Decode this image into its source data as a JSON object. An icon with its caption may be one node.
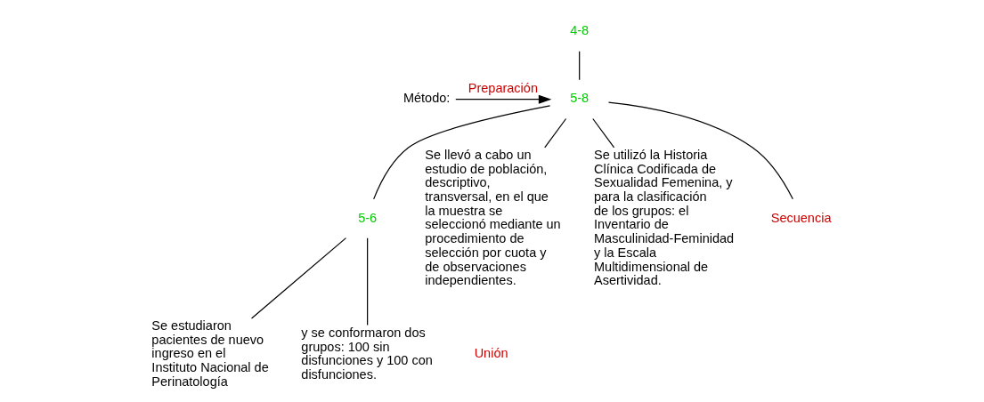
{
  "diagram": {
    "nodes": [
      {
        "text": [
          "4-8"
        ]
      },
      {
        "text": [
          "Método:"
        ]
      },
      {
        "text": [
          "5-8"
        ]
      },
      {
        "text": [
          "5-6"
        ]
      },
      {
        "text": [
          "Se llevó a cabo un estudio de población, descriptivo, transversal, en el que la muestra se seleccionó mediante un procedimiento de selección por cuota y de observaciones independientes."
        ]
      },
      {
        "text": [
          "Se utilizó la Historia Clínica Codificada de Sexualidad Femenina, y para la clasificación de los grupos: el Inventario de Masculinidad-Feminidad y la Escala Multidimensional de Asertividad."
        ]
      },
      {
        "text": [
          "Se estudiaron pacientes de nuevo ingreso en el Instituto Nacional de Perinatología"
        ]
      },
      {
        "text": [
          "y se conformaron dos grupos: 100 sin disfunciones y 100 con disfunciones."
        ]
      },
      {
        "text": [
          "Secuencia"
        ]
      }
    ],
    "edges": [
      {
        "from": 0,
        "to": 2,
        "arrow": "none"
      },
      {
        "from": 1,
        "to": 2,
        "arrow": "to",
        "label": "Preparación"
      },
      {
        "from": 2,
        "to": 3,
        "arrow": "none"
      },
      {
        "from": 2,
        "to": 8,
        "arrow": "none"
      },
      {
        "from": 2,
        "to": 4,
        "arrow": "none"
      },
      {
        "from": 2,
        "to": 5,
        "arrow": "none"
      },
      {
        "from": 3,
        "to": 6,
        "arrow": "none"
      },
      {
        "from": 3,
        "to": 7,
        "arrow": "none"
      }
    ],
    "labels": [
      "Unión"
    ]
  }
}
